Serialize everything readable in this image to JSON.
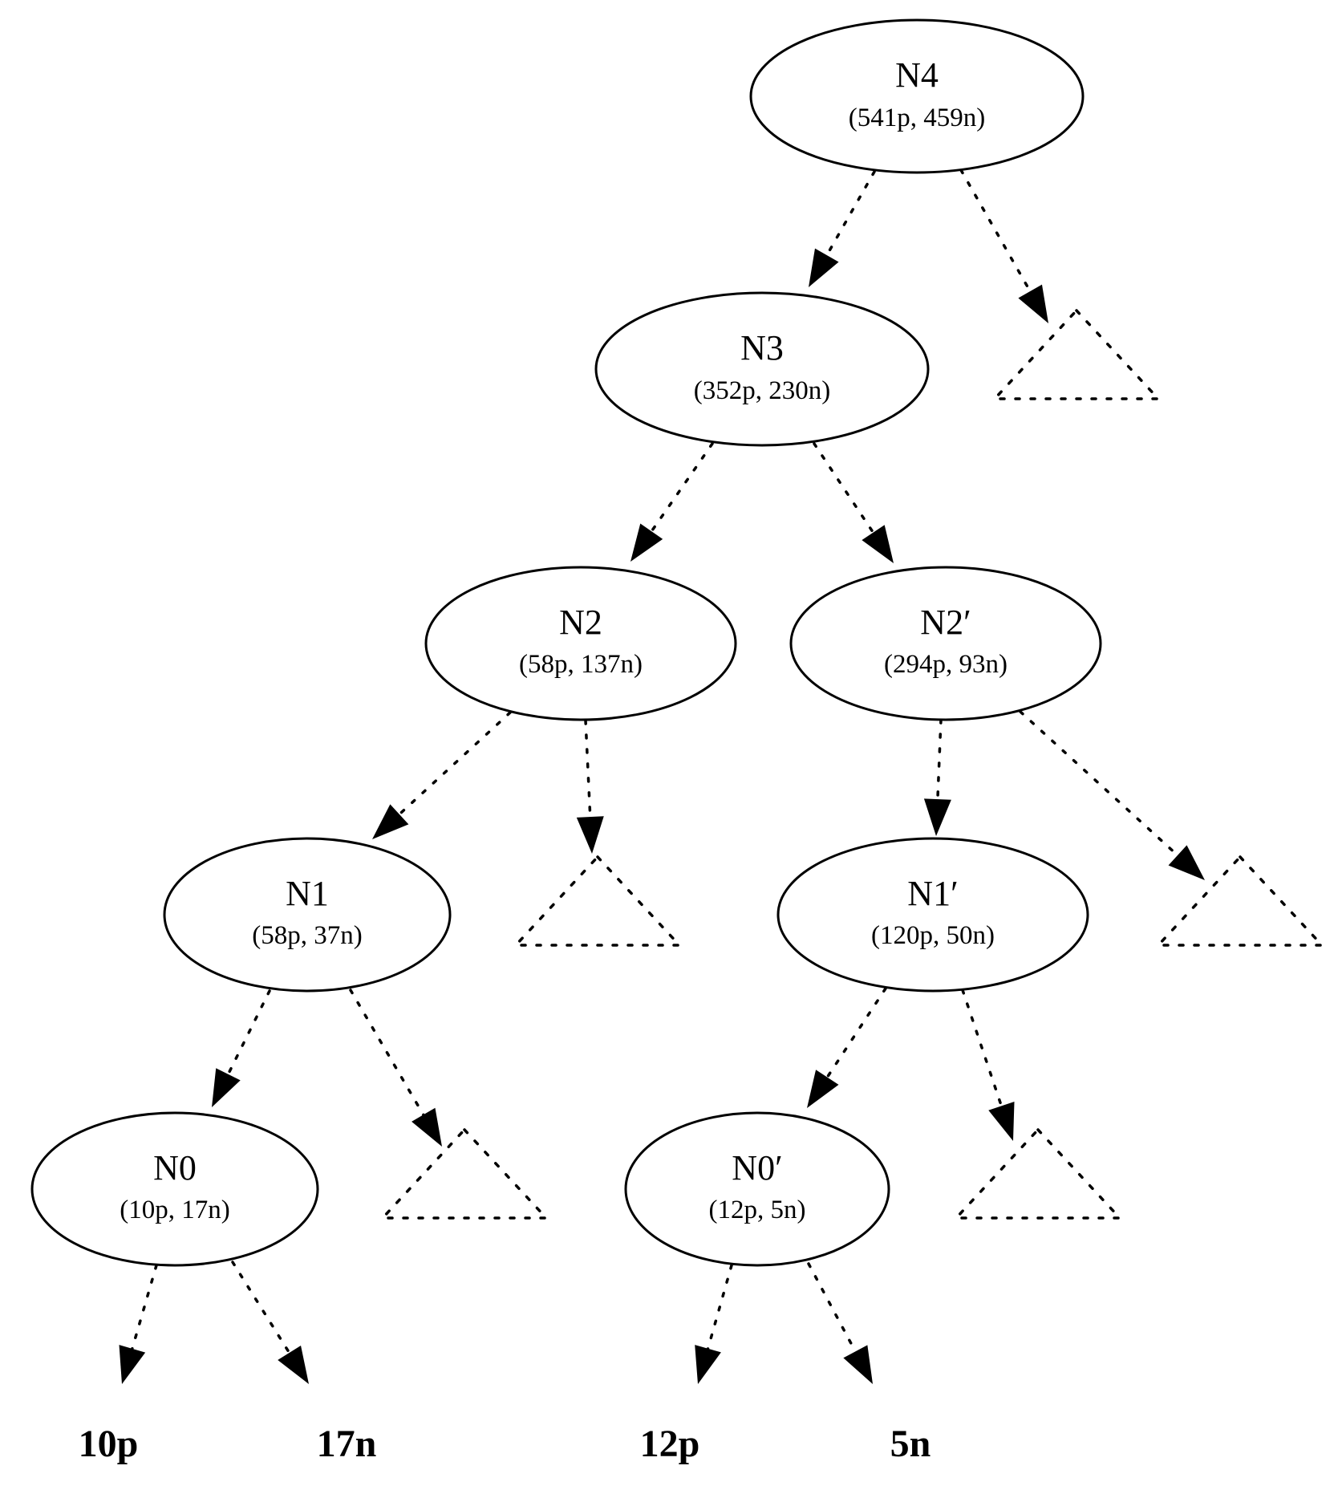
{
  "nodes": [
    {
      "id": "N4",
      "title": "N4",
      "counts": "(541p, 459n)"
    },
    {
      "id": "N3",
      "title": "N3",
      "counts": "(352p, 230n)"
    },
    {
      "id": "N2",
      "title": "N2",
      "counts": "(58p, 137n)"
    },
    {
      "id": "N2p",
      "title": "N2′",
      "counts": "(294p, 93n)"
    },
    {
      "id": "N1",
      "title": "N1",
      "counts": "(58p, 37n)"
    },
    {
      "id": "N1p",
      "title": "N1′",
      "counts": "(120p, 50n)"
    },
    {
      "id": "N0",
      "title": "N0",
      "counts": "(10p, 17n)"
    },
    {
      "id": "N0p",
      "title": "N0′",
      "counts": "(12p, 5n)"
    }
  ],
  "leaves": [
    {
      "id": "L10p",
      "label": "10p"
    },
    {
      "id": "L17n",
      "label": "17n"
    },
    {
      "id": "L12p",
      "label": "12p"
    },
    {
      "id": "L5n",
      "label": "5n"
    }
  ],
  "edges": [
    {
      "from": "N4",
      "to": "N3"
    },
    {
      "from": "N4",
      "to": "T4"
    },
    {
      "from": "N3",
      "to": "N2"
    },
    {
      "from": "N3",
      "to": "N2p"
    },
    {
      "from": "N2",
      "to": "N1"
    },
    {
      "from": "N2",
      "to": "T2"
    },
    {
      "from": "N2p",
      "to": "N1p"
    },
    {
      "from": "N2p",
      "to": "T2p"
    },
    {
      "from": "N1",
      "to": "N0"
    },
    {
      "from": "N1",
      "to": "T1"
    },
    {
      "from": "N1p",
      "to": "N0p"
    },
    {
      "from": "N1p",
      "to": "T1p"
    },
    {
      "from": "N0",
      "to": "L10p"
    },
    {
      "from": "N0",
      "to": "L17n"
    },
    {
      "from": "N0p",
      "to": "L12p"
    },
    {
      "from": "N0p",
      "to": "L5n"
    }
  ],
  "collapsed_subtrees": [
    "T4",
    "T2",
    "T2p",
    "T1",
    "T1p"
  ]
}
